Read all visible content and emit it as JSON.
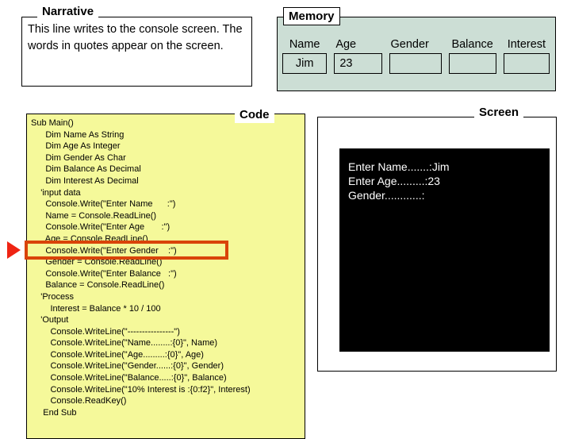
{
  "narrative": {
    "label": "Narrative",
    "text": "This line writes to the console screen. The words in quotes appear on the screen."
  },
  "memory": {
    "label": "Memory",
    "fields": [
      {
        "name": "Name",
        "value": "Jim"
      },
      {
        "name": "Age",
        "value": "23"
      },
      {
        "name": "Gender",
        "value": ""
      },
      {
        "name": "Balance",
        "value": ""
      },
      {
        "name": "Interest",
        "value": ""
      }
    ]
  },
  "code": {
    "label": "Code",
    "listing": "Sub Main()\n      Dim Name As String\n      Dim Age As Integer\n      Dim Gender As Char\n      Dim Balance As Decimal\n      Dim Interest As Decimal\n    'input data\n      Console.Write(\"Enter Name      :\")\n      Name = Console.ReadLine()\n      Console.Write(\"Enter Age       :\")\n      Age = Console.ReadLine()\n      Console.Write(\"Enter Gender    :\")\n      Gender = Console.ReadLine()\n      Console.Write(\"Enter Balance   :\")\n      Balance = Console.ReadLine()\n    'Process\n        Interest = Balance * 10 / 100\n    'Output\n        Console.WriteLine(\"----------------\")\n        Console.WriteLine(\"Name........:{0}\", Name)\n        Console.WriteLine(\"Age.........:{0}\", Age)\n        Console.WriteLine(\"Gender......:{0}\", Gender)\n        Console.WriteLine(\"Balance.....:{0}\", Balance)\n        Console.WriteLine(\"10% Interest is :{0:f2}\", Interest)\n        Console.ReadKey()\n     End Sub",
    "highlighted_line": "Console.Write(\"Enter Gender    :\")",
    "highlight_color": "#d94409",
    "arrow_color": "#ef2413"
  },
  "screen": {
    "label": "Screen",
    "console_text": "Enter Name.......:Jim\nEnter Age.........:23\nGender............:"
  },
  "colors": {
    "memory_fill": "#ccded5",
    "code_fill": "#f5f99a",
    "console_bg": "#000000",
    "console_fg": "#ffffff",
    "page_bg": "#ffffff"
  }
}
